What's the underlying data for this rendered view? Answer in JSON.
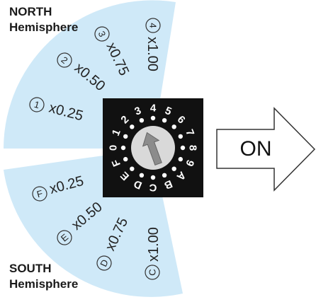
{
  "north_label": {
    "line1": "NORTH",
    "line2": "Hemisphere"
  },
  "south_label": {
    "line1": "SOUTH",
    "line2": "Hemisphere"
  },
  "arrow_label": "ON",
  "north_settings": [
    {
      "code": "1",
      "multiplier": "x0.25"
    },
    {
      "code": "2",
      "multiplier": "x0.50"
    },
    {
      "code": "3",
      "multiplier": "x0.75"
    },
    {
      "code": "4",
      "multiplier": "x1.00"
    }
  ],
  "south_settings": [
    {
      "code": "F",
      "multiplier": "x0.25"
    },
    {
      "code": "E",
      "multiplier": "x0.50"
    },
    {
      "code": "D",
      "multiplier": "x0.75"
    },
    {
      "code": "C",
      "multiplier": "x1.00"
    }
  ],
  "dial_positions": [
    "0",
    "1",
    "2",
    "3",
    "4",
    "5",
    "6",
    "7",
    "8",
    "9",
    "A",
    "B",
    "C",
    "D",
    "E",
    "F"
  ],
  "colors": {
    "sector_fill": "#cfe9f8",
    "dial_body": "#111111",
    "dial_knob": "#d9d9d9",
    "arrow_pointer": "#8c8c8c"
  }
}
